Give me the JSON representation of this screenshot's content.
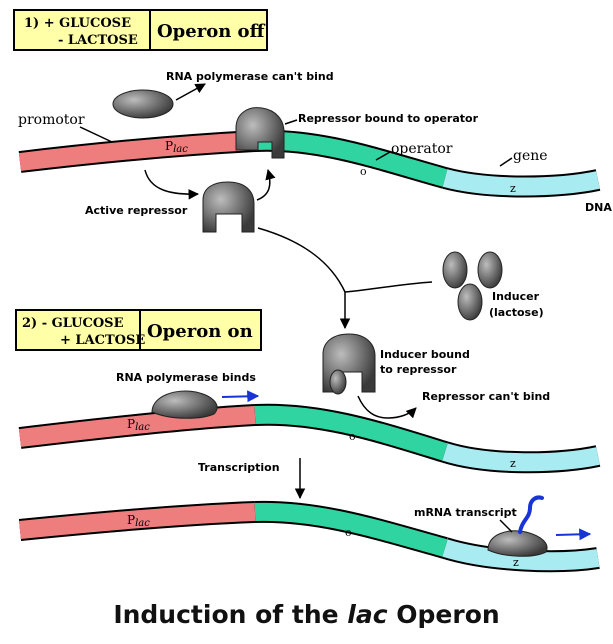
{
  "stage1": {
    "conditions_line1": "1) + GLUCOSE",
    "conditions_line2": "- LACTOSE",
    "state": "Operon off"
  },
  "stage2": {
    "conditions_line1": "2)  - GLUCOSE",
    "conditions_line2": "+ LACTOSE",
    "state": "Operon on"
  },
  "labels": {
    "rna_pol_cant_bind": "RNA polymerase can't bind",
    "repressor_bound": "Repressor bound to operator",
    "promotor": "promotor",
    "operator": "operator",
    "gene": "gene",
    "dna": "DNA",
    "active_repressor": "Active repressor",
    "inducer_line1": "Inducer",
    "inducer_line2": "(lactose)",
    "inducer_bound_line1": "Inducer bound",
    "inducer_bound_line2": "to repressor",
    "repressor_cant_bind": "Repressor can't bind",
    "rna_pol_binds": "RNA polymerase binds",
    "transcription": "Transcription",
    "mrna_transcript": "mRNA transcript",
    "plac_p": "P",
    "plac_sub": "lac",
    "operator_mark": "o",
    "gene_mark": "z"
  },
  "title": {
    "pre": "Induction of the ",
    "italic": "lac",
    "post": " Operon"
  },
  "colors": {
    "promoter": "#ee7d7d",
    "operator": "#2fd4a0",
    "gene": "#a8ecf2",
    "box_fill": "#ffffa8",
    "arrow_blue": "#1833d6",
    "protein": "#777777"
  }
}
